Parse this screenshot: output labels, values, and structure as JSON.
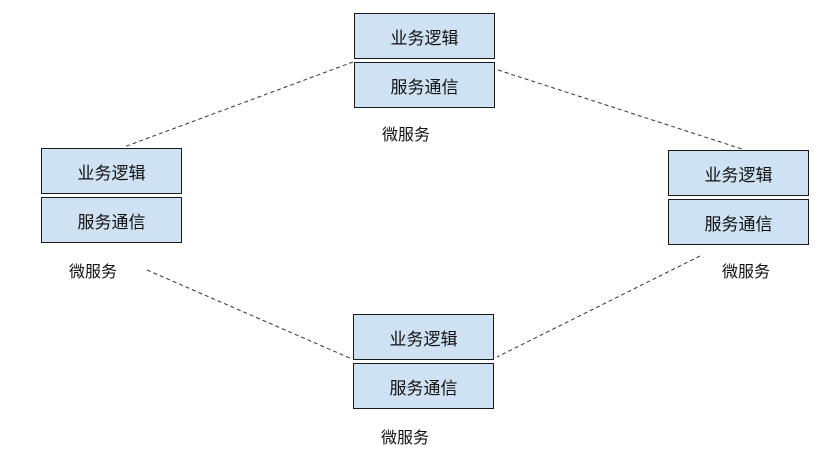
{
  "colors": {
    "box_fill": "#cfe2f3",
    "box_border": "#1a1a1a",
    "line": "#333333"
  },
  "nodes": {
    "top": {
      "logic_label": "业务逻辑",
      "comm_label": "服务通信",
      "caption": "微服务"
    },
    "left": {
      "logic_label": "业务逻辑",
      "comm_label": "服务通信",
      "caption": "微服务"
    },
    "right": {
      "logic_label": "业务逻辑",
      "comm_label": "服务通信",
      "caption": "微服务"
    },
    "bottom": {
      "logic_label": "业务逻辑",
      "comm_label": "服务通信",
      "caption": "微服务"
    }
  }
}
